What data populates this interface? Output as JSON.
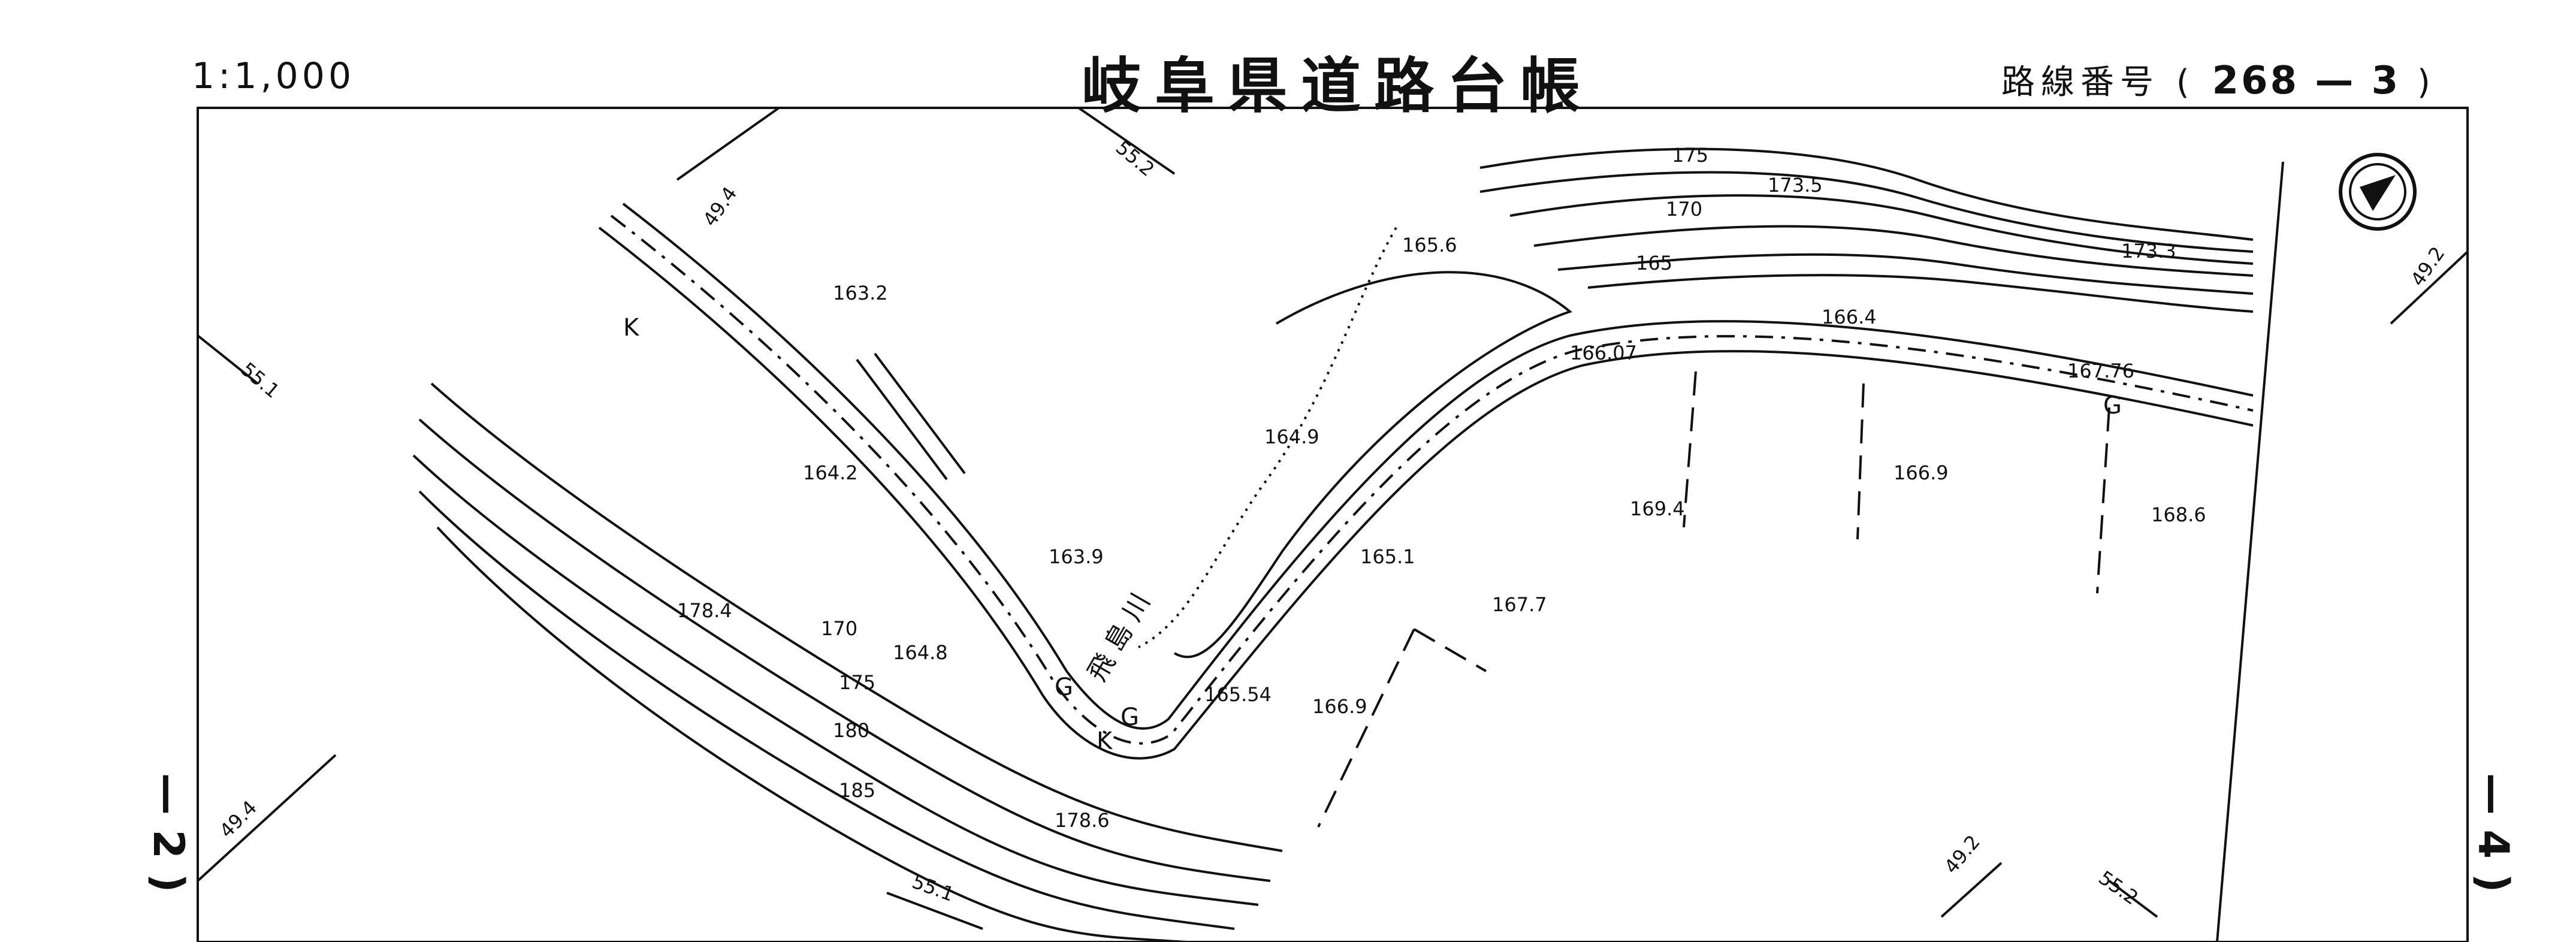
{
  "header": {
    "scale": "1:1,000",
    "title": "岐阜県道路台帳",
    "route_label": "路線番号",
    "route_open": "(",
    "route_number": "268 — 3",
    "route_close": ")"
  },
  "side_labels": {
    "left": "— 2 )",
    "right": "— 4 )"
  },
  "map": {
    "line_color": "#111111",
    "grid_labels": [
      "49.4",
      "55.2",
      "49.2",
      "55.1",
      "49.4",
      "55.1",
      "49.2",
      "55.2"
    ],
    "contours": [
      "175",
      "173.5",
      "170",
      "165",
      "173.3",
      "170",
      "175",
      "180",
      "185"
    ],
    "spot_heights": [
      "165.6",
      "163.2",
      "164.9",
      "164.2",
      "163.9",
      "166.4",
      "166.07",
      "167.76",
      "169.4",
      "166.9",
      "168.6",
      "165.1",
      "167.7",
      "164.8",
      "165.54",
      "166.9",
      "178.4",
      "178.6"
    ],
    "road_letters": [
      "K",
      "G",
      "G",
      "K",
      "G"
    ],
    "river_name": "飛 島 川",
    "north_icon": "north-arrow-icon"
  }
}
